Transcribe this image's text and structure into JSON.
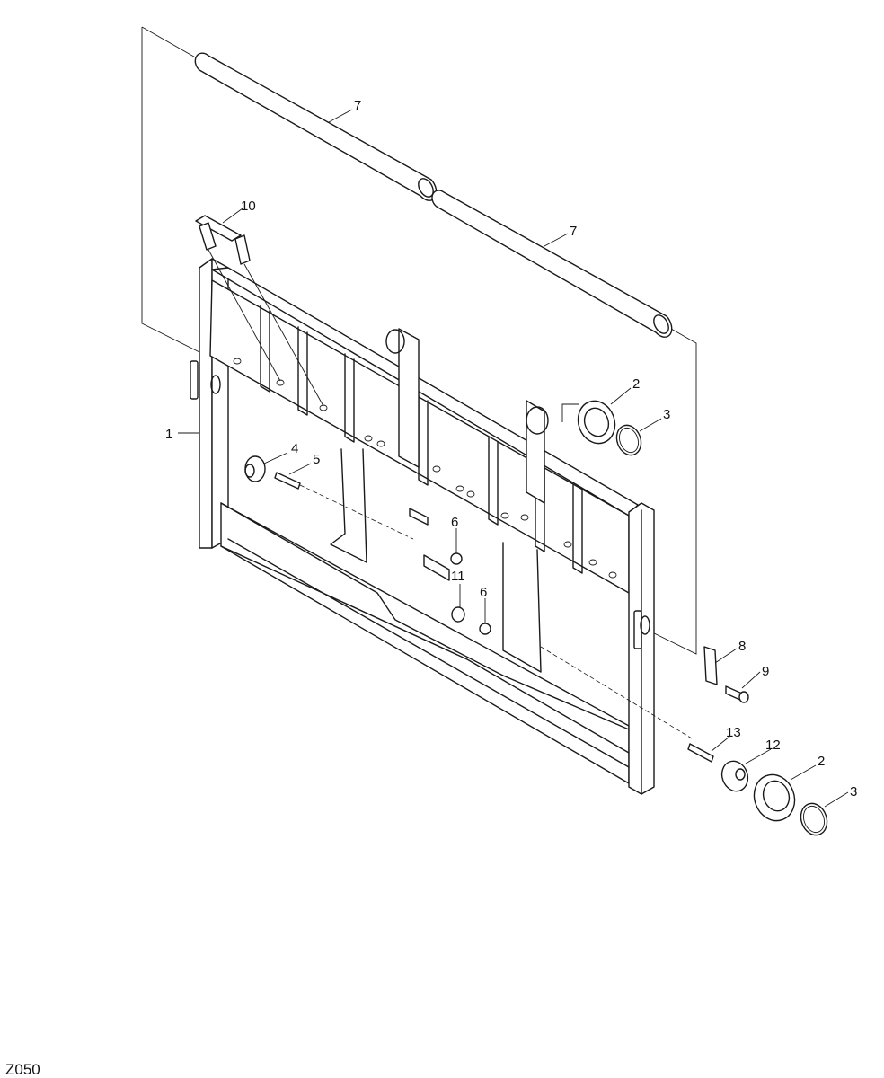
{
  "diagram": {
    "drawing_code": "Z050",
    "callouts": [
      {
        "id": "c1",
        "label": "1"
      },
      {
        "id": "c2a",
        "label": "2"
      },
      {
        "id": "c2b",
        "label": "2"
      },
      {
        "id": "c3a",
        "label": "3"
      },
      {
        "id": "c3b",
        "label": "3"
      },
      {
        "id": "c4",
        "label": "4"
      },
      {
        "id": "c5",
        "label": "5"
      },
      {
        "id": "c6a",
        "label": "6"
      },
      {
        "id": "c6b",
        "label": "6"
      },
      {
        "id": "c7a",
        "label": "7"
      },
      {
        "id": "c7b",
        "label": "7"
      },
      {
        "id": "c8",
        "label": "8"
      },
      {
        "id": "c9",
        "label": "9"
      },
      {
        "id": "c10",
        "label": "10"
      },
      {
        "id": "c11",
        "label": "11"
      },
      {
        "id": "c12",
        "label": "12"
      },
      {
        "id": "c13",
        "label": "13"
      }
    ]
  }
}
